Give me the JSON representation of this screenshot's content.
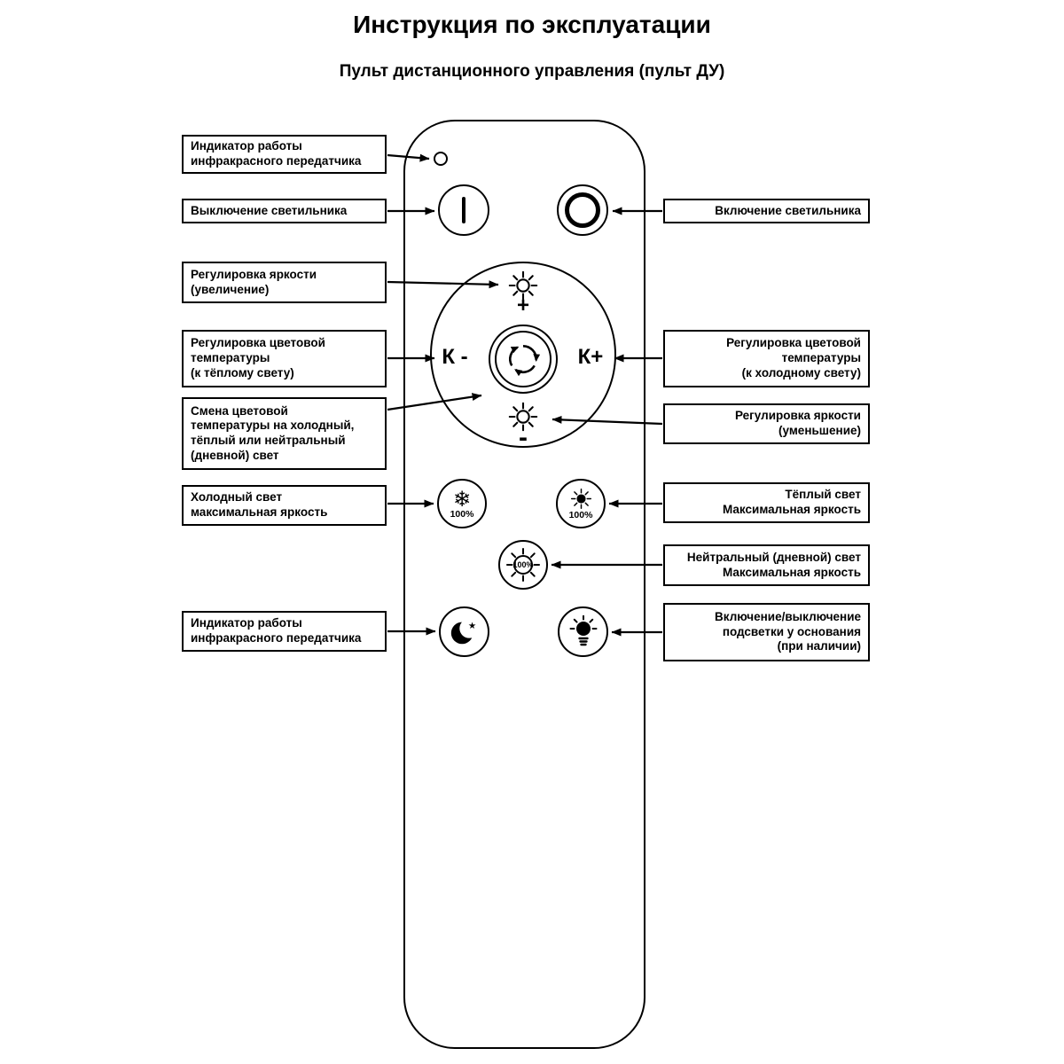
{
  "header": {
    "title": "Инструкция по эксплуатации",
    "subtitle": "Пульт дистанционного управления (пульт ДУ)"
  },
  "left_labels": [
    {
      "text": "Индикатор работы\nинфракрасного передатчика"
    },
    {
      "text": "Выключение светильника"
    },
    {
      "text": "Регулировка яркости\n(увеличение)"
    },
    {
      "text": "Регулировка цветовой\nтемпературы\n(к тёплому свету)"
    },
    {
      "text": "Смена цветовой\nтемпературы на холодный,\nтёплый или нейтральный\n(дневной) свет"
    },
    {
      "text": "Холодный свет\nмаксимальная яркость"
    },
    {
      "text": "Индикатор работы\nинфракрасного передатчика"
    }
  ],
  "right_labels": [
    {
      "text": "Включение светильника"
    },
    {
      "text": "Регулировка цветовой\nтемпературы\n(к холодному свету)"
    },
    {
      "text": "Регулировка яркости\n(уменьшение)"
    },
    {
      "text": "Тёплый свет\nМаксимальная яркость"
    },
    {
      "text": "Нейтральный (дневной) свет\nМаксимальная яркость"
    },
    {
      "text": "Включение/выключение\nподсветки у основания\n(при наличии)"
    }
  ],
  "remote": {
    "k_minus": "К -",
    "k_plus": "К+",
    "brightness_plus": "+",
    "brightness_minus": "-",
    "percent": "100%"
  },
  "icons": {
    "snowflake": "❄",
    "star": "★"
  },
  "colors": {
    "line": "#000000",
    "background": "#ffffff"
  }
}
